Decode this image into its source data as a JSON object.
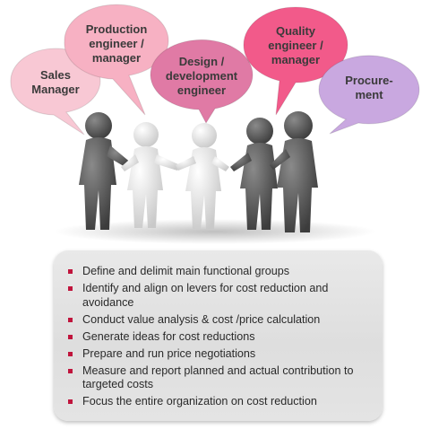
{
  "bubbles": [
    {
      "label": "Sales\nManager",
      "color": "#f8c8d4"
    },
    {
      "label": "Production\nengineer /\nmanager",
      "color": "#f7b1c3"
    },
    {
      "label": "Design /\ndevelopment\nengineer",
      "color": "#e07aa5"
    },
    {
      "label": "Quality\nengineer /\nmanager",
      "color": "#f25a8a"
    },
    {
      "label": "Procure-\nment",
      "color": "#c9a8e0"
    }
  ],
  "tasks": [
    "Define and delimit main functional groups",
    "Identify  and align on levers for cost reduction and avoidance",
    "Conduct value analysis & cost /price calculation",
    "Generate ideas for cost reductions",
    "Prepare and run price negotiations",
    "Measure and report planned and actual contribution to targeted costs",
    "Focus the entire organization on cost reduction"
  ],
  "colors": {
    "bullet": "#c0143c",
    "figure_dark": "#5a5a5a",
    "figure_light": "#f0f0f0"
  }
}
